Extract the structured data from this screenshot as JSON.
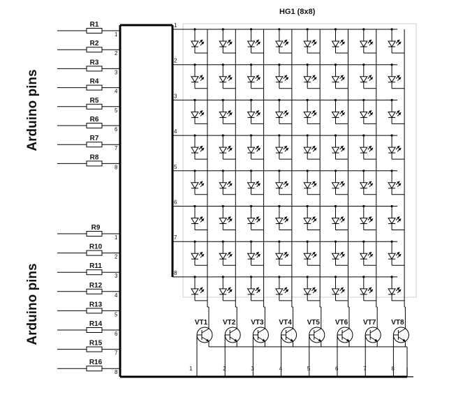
{
  "title": "HG1 (8x8)",
  "side_labels": [
    "Arduino pins",
    "Arduino pins"
  ],
  "row_resistors": [
    "R1",
    "R2",
    "R3",
    "R4",
    "R5",
    "R6",
    "R7",
    "R8"
  ],
  "col_resistors": [
    "R9",
    "R10",
    "R11",
    "R12",
    "R13",
    "R14",
    "R15",
    "R16"
  ],
  "transistors": [
    "VT1",
    "VT2",
    "VT3",
    "VT4",
    "VT5",
    "VT6",
    "VT7",
    "VT8"
  ],
  "pin_numbers": [
    "1",
    "2",
    "3",
    "4",
    "5",
    "6",
    "7",
    "8"
  ],
  "matrix": {
    "rows": 8,
    "cols": 8
  }
}
